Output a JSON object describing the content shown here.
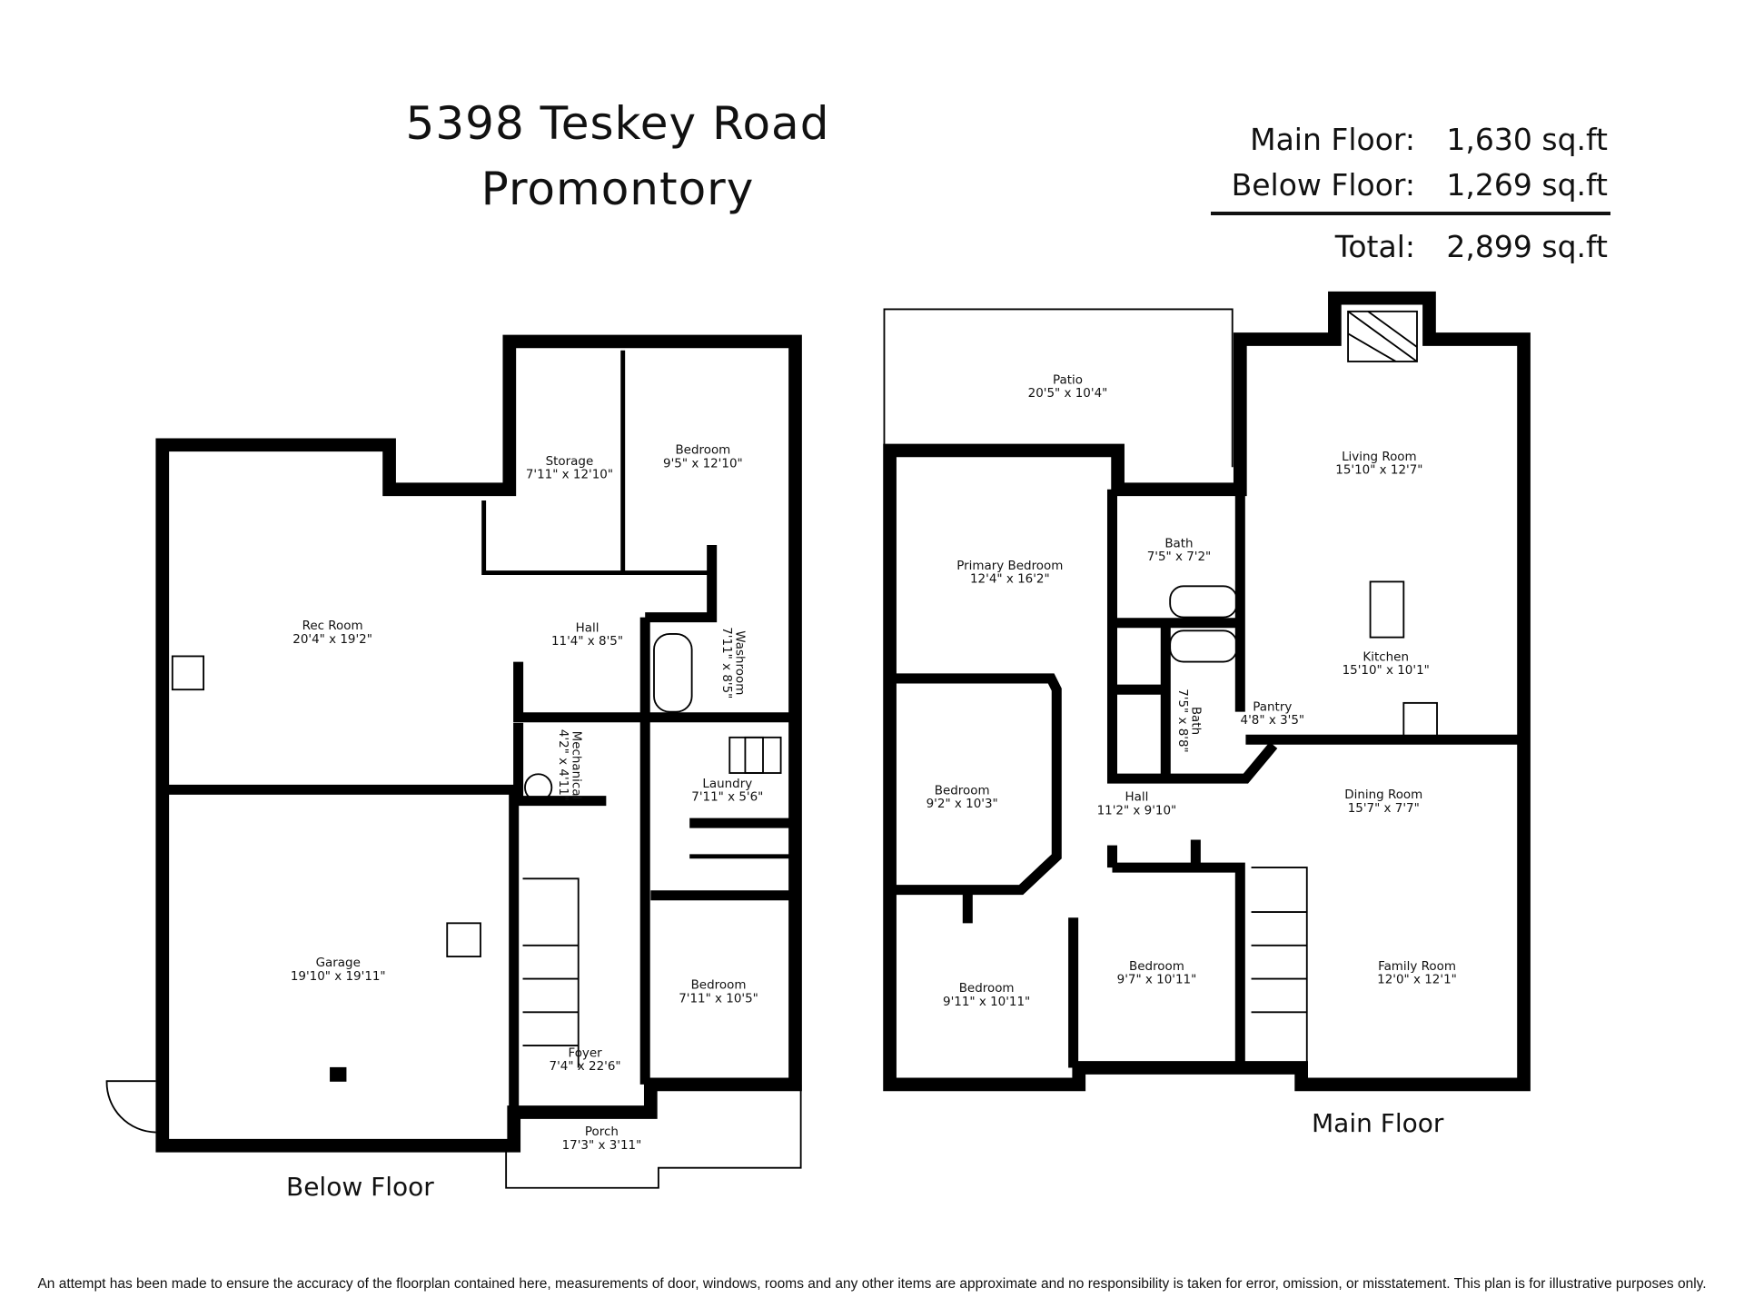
{
  "header": {
    "address": "5398 Teskey Road",
    "area": "Promontory"
  },
  "areas": {
    "main_label": "Main Floor:",
    "main_value": "1,630 sq.ft",
    "below_label": "Below Floor:",
    "below_value": "1,269 sq.ft",
    "total_label": "Total:",
    "total_value": "2,899 sq.ft"
  },
  "below_floor": {
    "label": "Below Floor",
    "rooms": [
      {
        "name": "Storage",
        "dims": "7'11\" x 12'10\""
      },
      {
        "name": "Bedroom",
        "dims": "9'5\" x 12'10\""
      },
      {
        "name": "Rec Room",
        "dims": "20'4\" x 19'2\""
      },
      {
        "name": "Hall",
        "dims": "11'4\" x 8'5\""
      },
      {
        "name": "Washroom",
        "dims": "7'11\" x 8'5\""
      },
      {
        "name": "Mechanical",
        "dims": "4'2\" x 4'11\""
      },
      {
        "name": "Laundry",
        "dims": "7'11\" x 5'6\""
      },
      {
        "name": "Garage",
        "dims": "19'10\" x 19'11\""
      },
      {
        "name": "Bedroom",
        "dims": "7'11\" x 10'5\""
      },
      {
        "name": "Foyer",
        "dims": "7'4\" x 22'6\""
      },
      {
        "name": "Porch",
        "dims": "17'3\" x 3'11\""
      }
    ]
  },
  "main_floor": {
    "label": "Main Floor",
    "rooms": [
      {
        "name": "Patio",
        "dims": "20'5\" x 10'4\""
      },
      {
        "name": "Living Room",
        "dims": "15'10\" x 12'7\""
      },
      {
        "name": "Bath",
        "dims": "7'5\" x 7'2\""
      },
      {
        "name": "Primary Bedroom",
        "dims": "12'4\" x 16'2\""
      },
      {
        "name": "Kitchen",
        "dims": "15'10\" x 10'1\""
      },
      {
        "name": "Pantry",
        "dims": "4'8\" x 3'5\""
      },
      {
        "name": "Bath",
        "dims": "7'5\" x 8'8\""
      },
      {
        "name": "Bedroom",
        "dims": "9'2\" x 10'3\""
      },
      {
        "name": "Hall",
        "dims": "11'2\" x 9'10\""
      },
      {
        "name": "Dining Room",
        "dims": "15'7\" x 7'7\""
      },
      {
        "name": "Bedroom",
        "dims": "9'11\" x 10'11\""
      },
      {
        "name": "Bedroom",
        "dims": "9'7\" x 10'11\""
      },
      {
        "name": "Family Room",
        "dims": "12'0\" x 12'1\""
      }
    ]
  },
  "disclaimer": "An attempt has been made to ensure the accuracy of the floorplan contained here, measurements of door, windows, rooms and any other items are approximate and no responsibility is taken for error, omission, or misstatement. This plan is for illustrative purposes only."
}
